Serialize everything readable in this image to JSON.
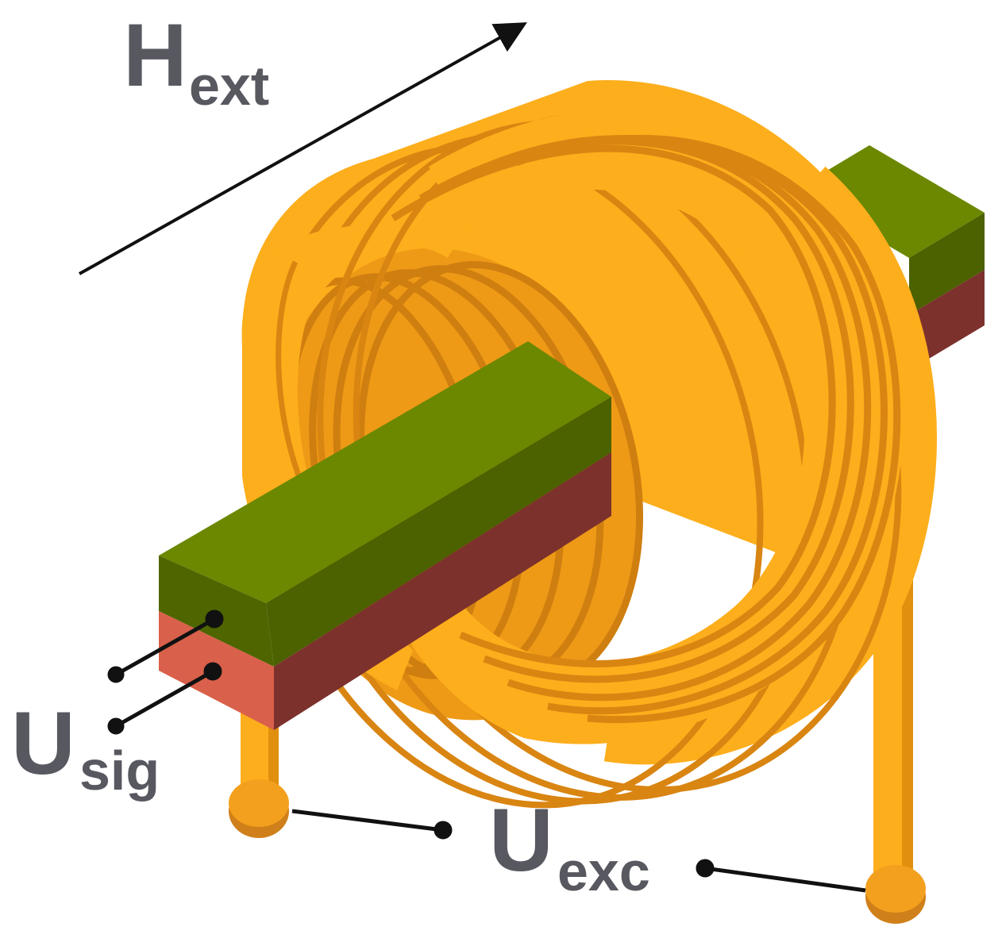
{
  "labels": {
    "field": {
      "main": "H",
      "sub": "ext"
    },
    "signal": {
      "main": "U",
      "sub": "sig"
    },
    "excitation": {
      "main": "U",
      "sub": "exc"
    }
  },
  "colors": {
    "coil": "#FDAE1C",
    "coil_groove": "#D98512",
    "coil_inner": "#EE9A16",
    "coil_inner_dark": "#CF7E10",
    "bar_top": "#6B8800",
    "bar_green_side": "#4C6100",
    "bar_green_front": "#4E6500",
    "bar_red_side": "#7C312C",
    "bar_red_front": "#D9604A",
    "lead": "#FDAE1C",
    "lead_shadow": "#E0900E",
    "terminal": "#F2A01E",
    "terminal_dark": "#D0801A",
    "wire": "#111111",
    "label": "#575860"
  }
}
